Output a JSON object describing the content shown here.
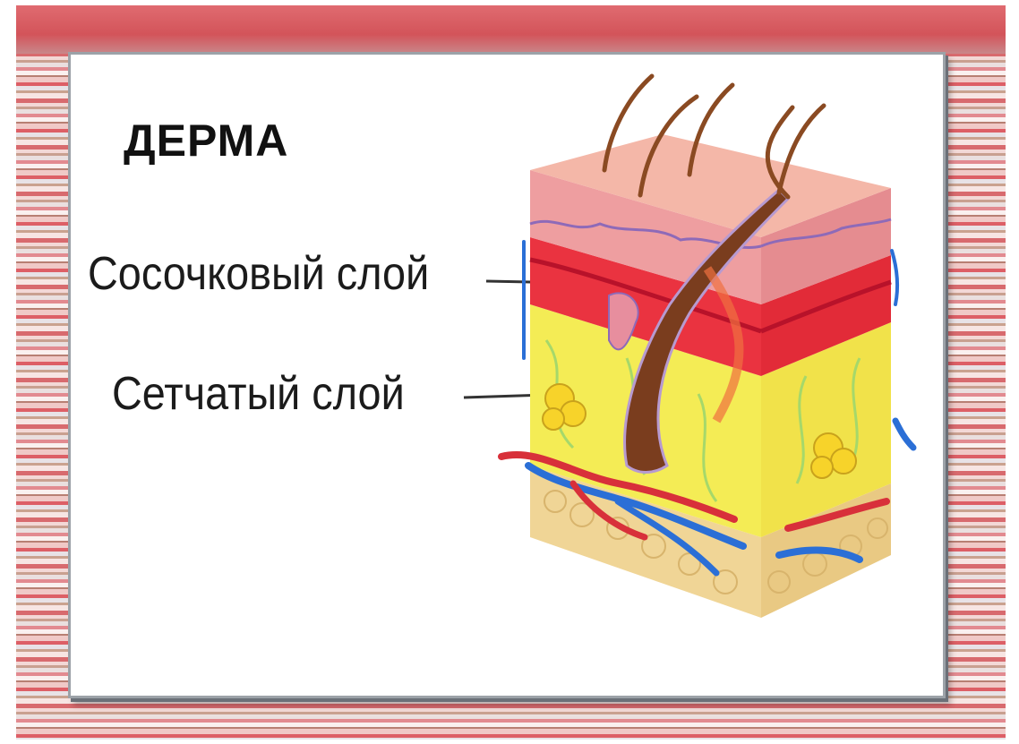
{
  "slide": {
    "title": "ДЕРМА",
    "labels": {
      "papillary_layer": "Сосочковый слой",
      "reticular_layer": "Сетчатый слой"
    }
  },
  "colors": {
    "frame_red": "#d3545a",
    "epidermis": "#e9a0a0",
    "papillary": "#e8323f",
    "reticular": "#f2e852",
    "fat": "#f1d89a",
    "vein": "#2b6fd6",
    "artery": "#d8303a"
  }
}
